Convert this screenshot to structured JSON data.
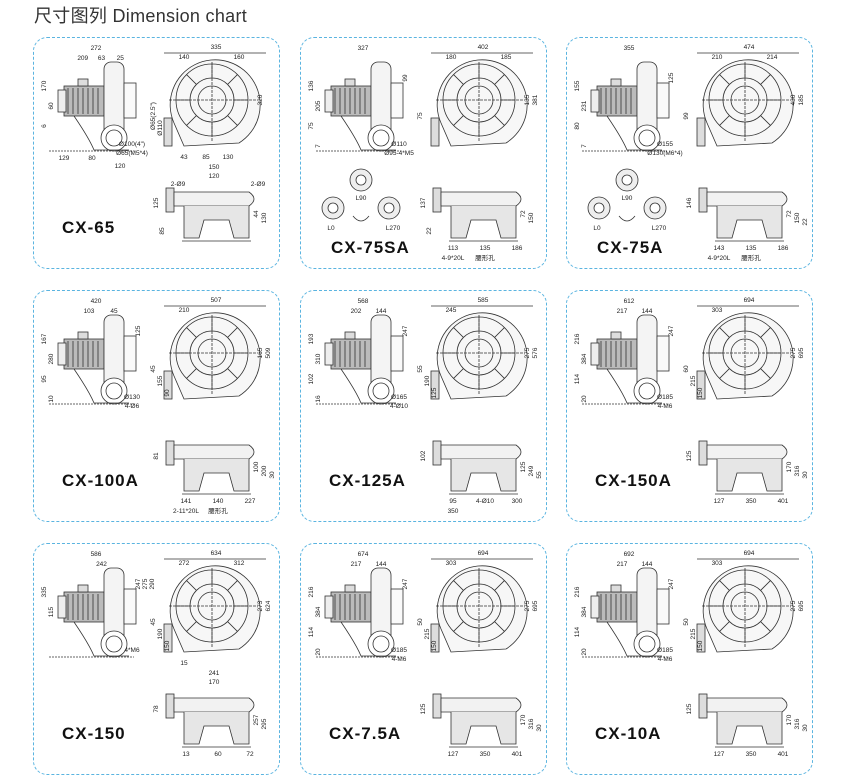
{
  "title": "尺寸图列 Dimension chart",
  "colors": {
    "card_border": "#5ab4e0",
    "line": "#333333",
    "fill": "#d9d9d9"
  },
  "cards": [
    {
      "model": "CX-65",
      "side_top": [
        "272",
        "209",
        "63",
        "25"
      ],
      "side_left": [
        "170",
        "60",
        "6"
      ],
      "side_right": [],
      "side_bottom": [
        "129",
        "80",
        "120"
      ],
      "side_notes": [
        "Ø100(4\")",
        "Ø65(M5*4)"
      ],
      "front_top": [
        "335",
        "140",
        "160"
      ],
      "front_left": [
        "Ø65(2.5\")",
        "Ø110"
      ],
      "front_right": [
        "320"
      ],
      "front_bottom": [
        "43",
        "85",
        "130"
      ],
      "base_top": [
        "150",
        "120",
        "2-Ø9",
        "2-Ø9"
      ],
      "base_left": [
        "125",
        "85"
      ],
      "base_right": [
        "44",
        "130"
      ],
      "base_bottom": [],
      "orient": []
    },
    {
      "model": "CX-75SA",
      "side_top": [
        "327"
      ],
      "side_left": [
        "136",
        "205",
        "75",
        "7"
      ],
      "side_right": [
        "99"
      ],
      "side_bottom": [],
      "side_notes": [
        "Ø110",
        "Ø95-4*M5"
      ],
      "front_top": [
        "402",
        "180",
        "185"
      ],
      "front_left": [
        "75"
      ],
      "front_right": [
        "135",
        "381"
      ],
      "front_bottom": [],
      "base_top": [],
      "base_left": [
        "137",
        "22"
      ],
      "base_right": [
        "72",
        "150"
      ],
      "base_bottom": [
        "113",
        "135",
        "186",
        "4-9*20L",
        "腰形孔"
      ],
      "orient": [
        "L90",
        "L0",
        "L270"
      ]
    },
    {
      "model": "CX-75A",
      "side_top": [
        "355"
      ],
      "side_left": [
        "155",
        "231",
        "80",
        "7"
      ],
      "side_right": [
        "125"
      ],
      "side_bottom": [],
      "side_notes": [
        "Ø155",
        "Ø130(M6*4)"
      ],
      "front_top": [
        "474",
        "210",
        "214"
      ],
      "front_left": [
        "99"
      ],
      "front_right": [
        "430",
        "185"
      ],
      "front_bottom": [],
      "base_top": [],
      "base_left": [
        "146"
      ],
      "base_right": [
        "72",
        "150",
        "22"
      ],
      "base_bottom": [
        "143",
        "135",
        "186",
        "4-9*20L",
        "腰形孔"
      ],
      "orient": [
        "L90",
        "L0",
        "L270"
      ]
    },
    {
      "model": "CX-100A",
      "side_top": [
        "420",
        "103",
        "45"
      ],
      "side_left": [
        "167",
        "280",
        "95",
        "10"
      ],
      "side_right": [
        "125"
      ],
      "side_bottom": [],
      "side_notes": [
        "Ø130",
        "4-Ø6"
      ],
      "front_top": [
        "507",
        "210"
      ],
      "front_left": [
        "45",
        "155",
        "90"
      ],
      "front_right": [
        "165",
        "509"
      ],
      "front_bottom": [],
      "base_top": [],
      "base_left": [
        "81"
      ],
      "base_right": [
        "100",
        "200",
        "30"
      ],
      "base_bottom": [
        "141",
        "140",
        "227",
        "2-11*20L",
        "腰形孔"
      ],
      "orient": []
    },
    {
      "model": "CX-125A",
      "side_top": [
        "568",
        "202",
        "144"
      ],
      "side_left": [
        "193",
        "310",
        "102",
        "16"
      ],
      "side_right": [
        "247"
      ],
      "side_bottom": [],
      "side_notes": [
        "Ø165",
        "4-Ø10"
      ],
      "front_top": [
        "585",
        "245"
      ],
      "front_left": [
        "55",
        "190",
        "125"
      ],
      "front_right": [
        "275",
        "576"
      ],
      "front_bottom": [],
      "base_top": [],
      "base_left": [
        "102"
      ],
      "base_right": [
        "125",
        "249",
        "55"
      ],
      "base_bottom": [
        "95",
        "4-Ø10",
        "300",
        "350"
      ],
      "orient": []
    },
    {
      "model": "CX-150A",
      "side_top": [
        "612",
        "217",
        "144"
      ],
      "side_left": [
        "216",
        "384",
        "114",
        "20"
      ],
      "side_right": [
        "247"
      ],
      "side_bottom": [],
      "side_notes": [
        "Ø185",
        "4-M6"
      ],
      "front_top": [
        "694",
        "303"
      ],
      "front_left": [
        "60",
        "215",
        "150"
      ],
      "front_right": [
        "275",
        "695"
      ],
      "front_bottom": [],
      "base_top": [],
      "base_left": [
        "125"
      ],
      "base_right": [
        "170",
        "316",
        "30"
      ],
      "base_bottom": [
        "127",
        "350",
        "401"
      ],
      "orient": []
    },
    {
      "model": "CX-150",
      "side_top": [
        "586",
        "242"
      ],
      "side_left": [
        "335",
        "115"
      ],
      "side_right": [
        "247",
        "275",
        "290"
      ],
      "side_bottom": [],
      "side_notes": [
        "4*M6"
      ],
      "front_top": [
        "634",
        "272",
        "312"
      ],
      "front_left": [
        "45",
        "190",
        "150"
      ],
      "front_right": [
        "273",
        "624"
      ],
      "front_bottom": [
        "15"
      ],
      "base_top": [
        "241",
        "170"
      ],
      "base_left": [
        "78"
      ],
      "base_right": [
        "257",
        "295"
      ],
      "base_bottom": [
        "13",
        "60",
        "72"
      ],
      "orient": []
    },
    {
      "model": "CX-7.5A",
      "side_top": [
        "674",
        "217",
        "144"
      ],
      "side_left": [
        "216",
        "384",
        "114",
        "20"
      ],
      "side_right": [
        "247"
      ],
      "side_bottom": [],
      "side_notes": [
        "Ø185",
        "4-M6"
      ],
      "front_top": [
        "694",
        "303"
      ],
      "front_left": [
        "50",
        "215",
        "150"
      ],
      "front_right": [
        "275",
        "695"
      ],
      "front_bottom": [],
      "base_top": [],
      "base_left": [
        "125"
      ],
      "base_right": [
        "170",
        "316",
        "30"
      ],
      "base_bottom": [
        "127",
        "350",
        "401"
      ],
      "orient": []
    },
    {
      "model": "CX-10A",
      "side_top": [
        "692",
        "217",
        "144"
      ],
      "side_left": [
        "216",
        "384",
        "114",
        "20"
      ],
      "side_right": [
        "247"
      ],
      "side_bottom": [],
      "side_notes": [
        "Ø185",
        "4-M6"
      ],
      "front_top": [
        "694",
        "303"
      ],
      "front_left": [
        "50",
        "215",
        "150"
      ],
      "front_right": [
        "275",
        "695"
      ],
      "front_bottom": [],
      "base_top": [],
      "base_left": [
        "125"
      ],
      "base_right": [
        "170",
        "316",
        "30"
      ],
      "base_bottom": [
        "127",
        "350",
        "401"
      ],
      "orient": []
    }
  ]
}
